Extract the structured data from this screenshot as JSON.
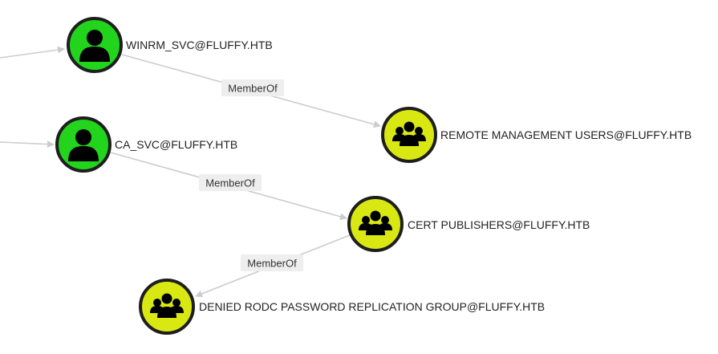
{
  "colors": {
    "user_node": "#22d41c",
    "group_node": "#d9e812",
    "node_border": "#1e1e1e",
    "icon": "#000000",
    "edge": "#cccccc"
  },
  "nodes": [
    {
      "id": "winrm_svc",
      "kind": "user",
      "icon": "user-icon",
      "label": "WINRM_SVC@FLUFFY.HTB"
    },
    {
      "id": "ca_svc",
      "kind": "user",
      "icon": "user-icon",
      "label": "CA_SVC@FLUFFY.HTB"
    },
    {
      "id": "remote_mgmt",
      "kind": "group",
      "icon": "group-icon",
      "label": "REMOTE MANAGEMENT USERS@FLUFFY.HTB"
    },
    {
      "id": "cert_publishers",
      "kind": "group",
      "icon": "group-icon",
      "label": "CERT PUBLISHERS@FLUFFY.HTB"
    },
    {
      "id": "denied_rodc",
      "kind": "group",
      "icon": "group-icon",
      "label": "DENIED RODC PASSWORD REPLICATION GROUP@FLUFFY.HTB"
    }
  ],
  "edges": [
    {
      "from": "winrm_svc",
      "to": "remote_mgmt",
      "label": "MemberOf"
    },
    {
      "from": "ca_svc",
      "to": "cert_publishers",
      "label": "MemberOf"
    },
    {
      "from": "cert_publishers",
      "to": "denied_rodc",
      "label": "MemberOf"
    }
  ]
}
